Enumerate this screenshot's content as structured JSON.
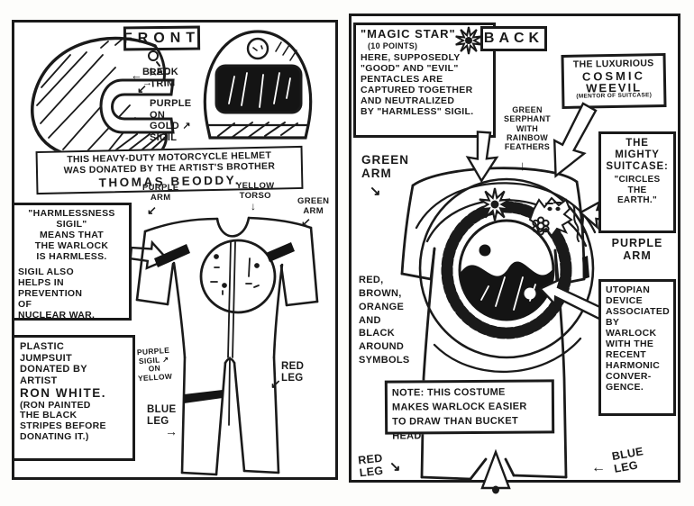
{
  "colors": {
    "ink": "#1a1a1a",
    "paper": "#ffffff"
  },
  "icons": {
    "arrow_right": "→",
    "arrow_left": "←",
    "arrow_up_right": "↗",
    "arrow_down": "↓",
    "arrow_down_left": "↙",
    "arrow_down_right": "↘"
  },
  "front": {
    "title": "FRONT",
    "black_label": "BLACK",
    "red_trim_label": "RED\nTRIM",
    "purple_gold_label": "PURPLE\nON\nGOLD ↗\nSIGIL",
    "caption_line1": "THIS HEAVY-DUTY MOTORCYCLE HELMET",
    "caption_line2": "WAS DONATED BY THE ARTIST'S BROTHER",
    "caption_line3": "THOMAS BEODDY.",
    "harmlessness_para1": "\"HARMLESSNESS\nSIGIL\"\nMEANS THAT\nTHE WARLOCK\nIS HARMLESS.",
    "harmlessness_para2": "SIGIL ALSO\nHELPS IN\nPREVENTION\nOF\nNUCLEAR WAR.",
    "jumpsuit_para1": "PLASTIC\nJUMPSUIT\nDONATED BY\nARTIST",
    "jumpsuit_name": "RON WHITE.",
    "jumpsuit_para2": "(RON PAINTED\nTHE BLACK\nSTRIPES BEFORE\nDONATING IT.)",
    "purple_arm_label": "PURPLE\nARM",
    "yellow_torso_label": "YELLOW\nTORSO",
    "green_arm_label": "GREEN\nARM",
    "purple_sigil_label": "PURPLE\nSIGIL ↗\nON\nYELLOW",
    "red_leg_label": "RED\nLEG",
    "blue_leg_label": "BLUE\nLEG"
  },
  "back": {
    "title": "BACK",
    "magic_star_title": "\"MAGIC STAR\"",
    "magic_star_points": "(10 POINTS)",
    "magic_star_body": "HERE, SUPPOSEDLY\n\"GOOD\" AND \"EVIL\"\nPENTACLES ARE\nCAPTURED TOGETHER\nAND NEUTRALIZED\nBY \"HARMLESS\" SIGIL.",
    "weevil_line1": "THE LUXURIOUS",
    "weevil_line2": "COSMIC",
    "weevil_line3": "WEEVIL",
    "weevil_line4": "(MENTOR OF SUITCASE)",
    "serpent_label": "GREEN\nSERPHANT\nWITH\nRAINBOW\nFEATHERS",
    "green_arm_label": "GREEN\nARM",
    "suitcase_title": "THE\nMIGHTY\nSUITCASE:",
    "suitcase_quote": "\"CIRCLES\nTHE\nEARTH.\"",
    "purple_arm_label": "PURPLE\nARM",
    "utopian_text": "UTOPIAN\nDEVICE\nASSOCIATED\nBY WARLOCK\nWITH THE\nRECENT\nHARMONIC\nCONVER-\nGENCE.",
    "colors_text": "RED,\nBROWN,\nORANGE\nAND\nBLACK\nAROUND\nSYMBOLS",
    "note_text": "NOTE: THIS COSTUME\nMAKES WARLOCK EASIER\nTO DRAW THAN BUCKET HEAD.",
    "red_leg_label": "RED\nLEG",
    "blue_leg_label": "BLUE\nLEG"
  }
}
